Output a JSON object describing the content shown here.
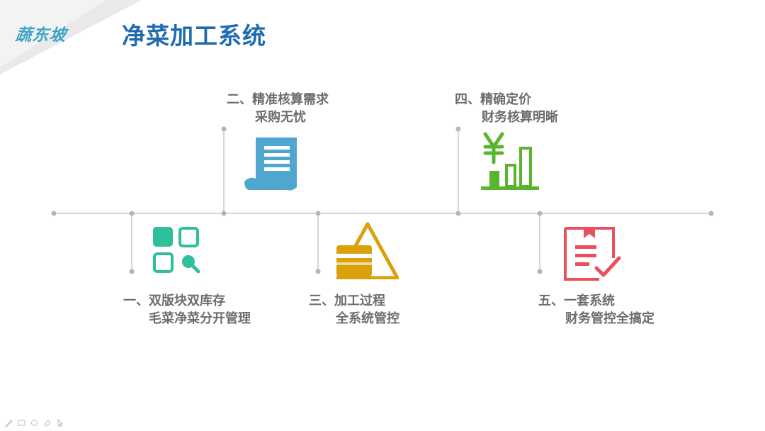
{
  "header": {
    "brand": "蔬东坡",
    "title": "净菜加工系统"
  },
  "items": [
    {
      "num": "一、",
      "line1": "双版块双库存",
      "line2": "毛菜净菜分开管理",
      "icon": "apps-search-icon",
      "color": "#2fbf9a"
    },
    {
      "num": "二、",
      "line1": "精准核算需求",
      "line2": "采购无忧",
      "icon": "document-scroll-icon",
      "color": "#4fa6cf"
    },
    {
      "num": "三、",
      "line1": "加工过程",
      "line2": "全系统管控",
      "icon": "warning-card-icon",
      "color": "#d9a10b"
    },
    {
      "num": "四、",
      "line1": "精确定价",
      "line2": "财务核算明晰",
      "icon": "yen-bar-chart-icon",
      "color": "#5ab52e"
    },
    {
      "num": "五、",
      "line1": "一套系统",
      "line2": "财务管控全搞定",
      "icon": "checklist-bookmark-icon",
      "color": "#e8505b"
    }
  ],
  "colors": {
    "title": "#1f6bb0",
    "brand": "#3fa3c5",
    "line": "#c8c8c8",
    "label": "#6d6d6d"
  },
  "toolbar_icons": [
    "pen-icon",
    "slide-icon",
    "circle-icon",
    "eraser-icon",
    "pointer-icon"
  ]
}
